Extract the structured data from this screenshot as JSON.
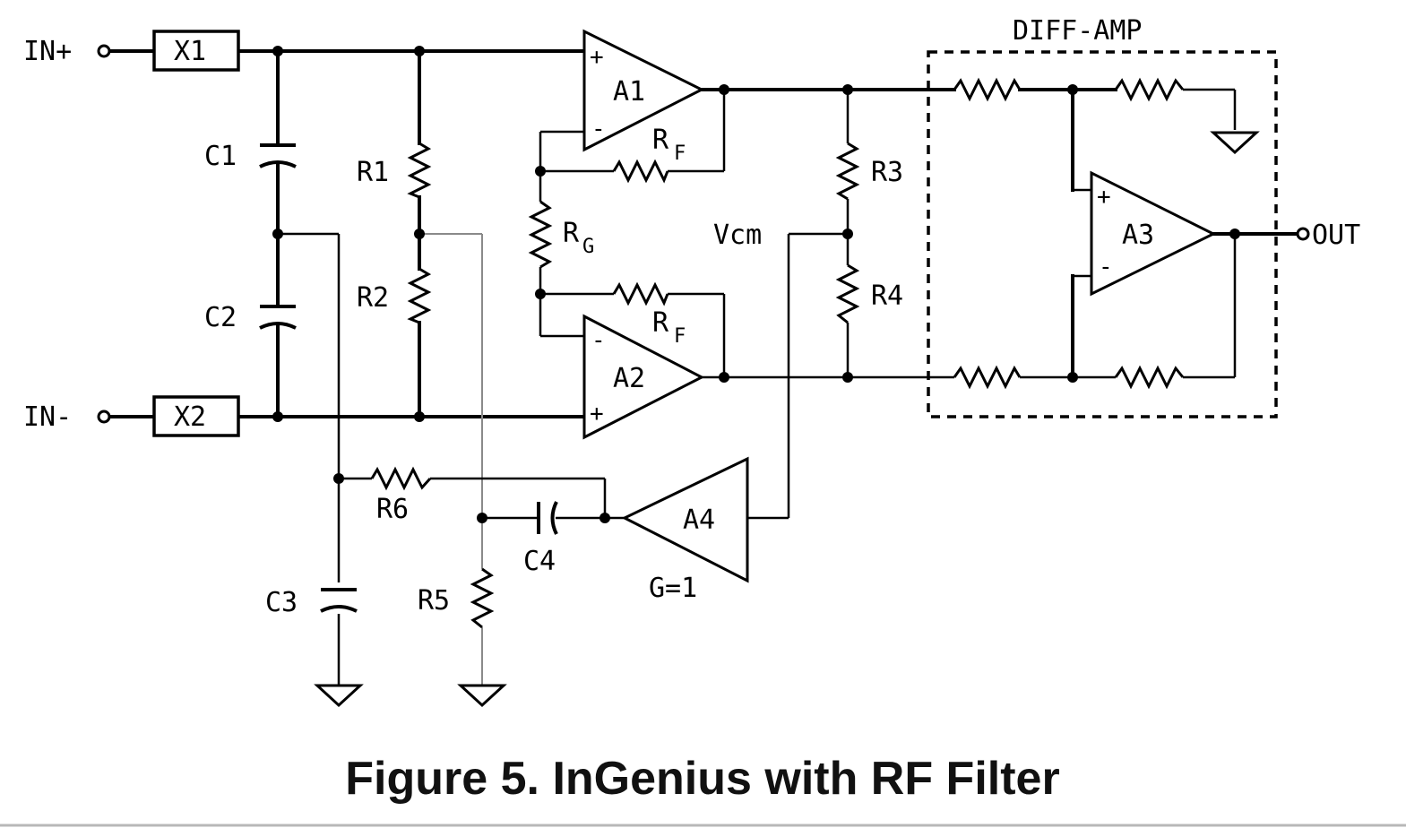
{
  "figure": {
    "caption": "Figure 5. InGenius with RF Filter",
    "inputs": {
      "in_plus": "IN+",
      "in_minus": "IN-",
      "output": "OUT"
    },
    "blocks": {
      "x1": "X1",
      "x2": "X2",
      "diff_amp": "DIFF-AMP"
    },
    "amplifiers": {
      "a1": "A1",
      "a2": "A2",
      "a3": "A3",
      "a4": "A4",
      "a4_gain": "G=1"
    },
    "resistors": {
      "r1": "R1",
      "r2": "R2",
      "r3": "R3",
      "r4": "R4",
      "r5": "R5",
      "r6": "R6",
      "rf": "R",
      "rf_sub": "F",
      "rg": "R",
      "rg_sub": "G"
    },
    "capacitors": {
      "c1": "C1",
      "c2": "C2",
      "c3": "C3",
      "c4": "C4"
    },
    "nodes": {
      "vcm": "Vcm"
    },
    "pins": {
      "plus": "+",
      "minus": "-"
    }
  }
}
